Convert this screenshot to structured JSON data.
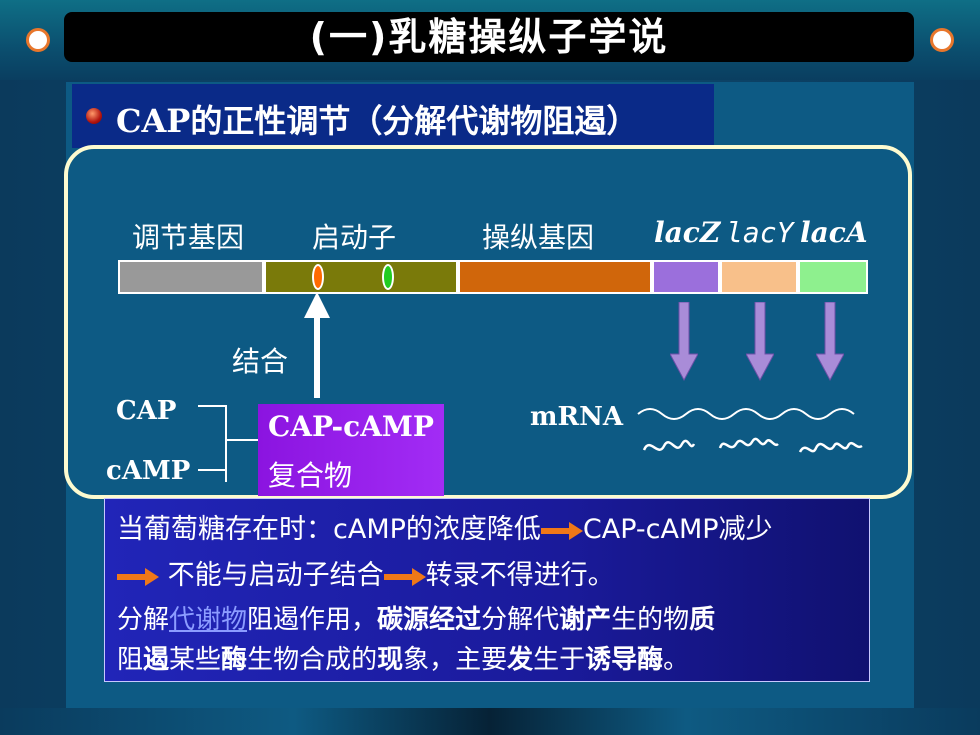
{
  "title": "(一)乳糖操纵子学说",
  "subtitle": "CAP的正性调节（分解代谢物阻遏）",
  "diagram": {
    "labels": {
      "regulator": "调节基因",
      "promoter": "启动子",
      "operator": "操纵基因",
      "lacZ": "lacZ",
      "lacY": "lacY",
      "lacA": "lacA"
    },
    "binding_label": "结合",
    "cap": "CAP",
    "camp": "cAMP",
    "complex_line1": "CAP-cAMP",
    "complex_line2": "复合物",
    "mrna": "mRNA",
    "colors": {
      "regulator": "#999999",
      "promoter": "#7a7a0a",
      "operator": "#d0660b",
      "lacZ": "#9b6fdc",
      "lacY": "#f8c08a",
      "lacA": "#8ef08e",
      "arrow": "#a98cd8"
    }
  },
  "textbox": {
    "line1_a": "当葡萄糖存在时：cAMP的浓度降低",
    "line1_b": "CAP-cAMP减少",
    "line2_a": "不能与启动子结合",
    "line2_b": "转录不得进行。",
    "line3_a": "分解",
    "line3_link": "代谢物",
    "line3_b": "阻遏作用，",
    "line3_c": "碳源经过",
    "line3_d": "分解代",
    "line3_e": "谢产",
    "line3_f": "生的物",
    "line3_g": "质",
    "line4_a": "阻",
    "line4_b": "遏",
    "line4_c": "某些",
    "line4_d": "酶",
    "line4_e": "生物合成的",
    "line4_f": "现",
    "line4_g": "象，主要",
    "line4_h": "发",
    "line4_i": "生于",
    "line4_j": "诱导酶",
    "line4_k": "。"
  }
}
